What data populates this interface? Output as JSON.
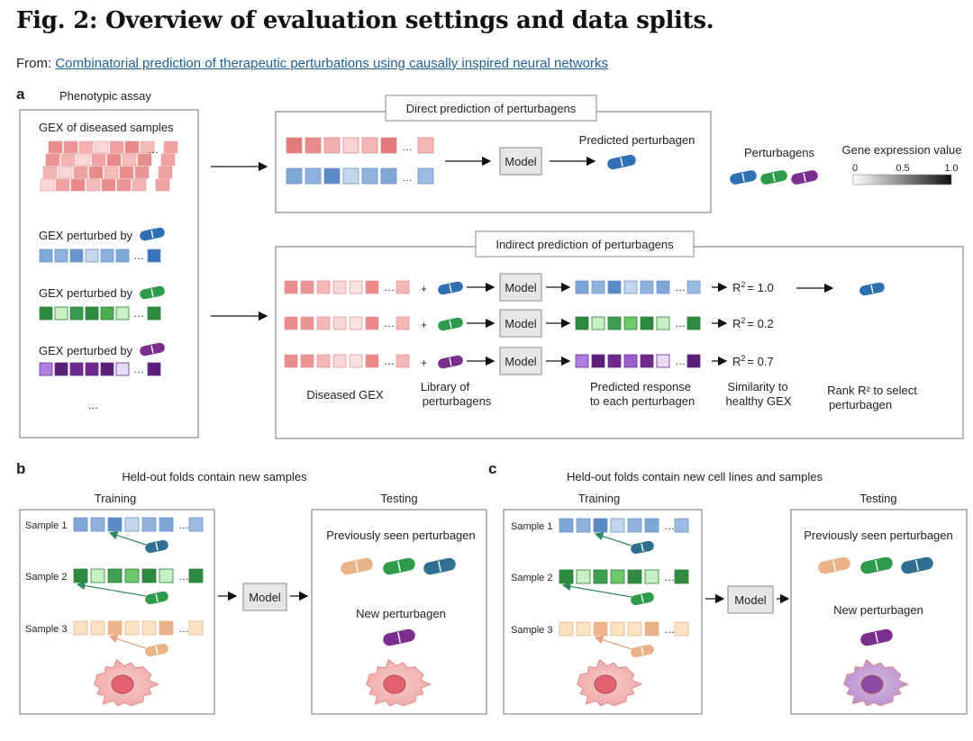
{
  "header": {
    "title": "Fig. 2: Overview of evaluation settings and data splits.",
    "from_label": "From:",
    "from_link": "Combinatorial prediction of therapeutic perturbations using causally inspired neural networks"
  },
  "panel_a": {
    "letter": "a",
    "assay_title": "Phenotypic assay",
    "gex_diseased": "GEX of diseased samples",
    "gex_perturbed": "GEX perturbed by",
    "ellipsis": "...",
    "direct_title": "Direct prediction of perturbagens",
    "predicted_perturbagen": "Predicted perturbagen",
    "model": "Model",
    "legend_perturbagens": "Perturbagens",
    "legend_gex_value": "Gene expression value",
    "scale_ticks": [
      "0",
      "0.5",
      "1.0"
    ],
    "indirect_title": "Indirect prediction of perturbagens",
    "plus": "+",
    "r2_values": [
      "= 1.0",
      "= 0.2",
      "= 0.7"
    ],
    "cap_diseased": "Diseased GEX",
    "cap_library": [
      "Library of",
      "perturbagens"
    ],
    "cap_predicted": [
      "Predicted response",
      "to each perturbagen"
    ],
    "cap_similarity": [
      "Similarity to",
      "healthy GEX"
    ],
    "cap_rank": [
      "Rank R² to select",
      "perturbagen"
    ]
  },
  "panel_b": {
    "letter": "b",
    "title": "Held-out folds contain new samples",
    "training": "Training",
    "testing": "Testing",
    "samples": [
      "Sample 1",
      "Sample 2",
      "Sample 3"
    ],
    "model": "Model",
    "previously_seen": "Previously seen perturbagen",
    "new_perturbagen": "New perturbagen"
  },
  "panel_c": {
    "letter": "c",
    "title": "Held-out folds contain new cell lines and samples",
    "training": "Training",
    "testing": "Testing",
    "samples": [
      "Sample 1",
      "Sample 2",
      "Sample 3"
    ],
    "model": "Model",
    "previously_seen": "Previously seen perturbagen",
    "new_perturbagen": "New perturbagen"
  },
  "colors": {
    "blue": "#2f6fb3",
    "green": "#2e9b4a",
    "purple": "#7a2f8f",
    "orange": "#eab289",
    "teal": "#2f6f8f"
  }
}
